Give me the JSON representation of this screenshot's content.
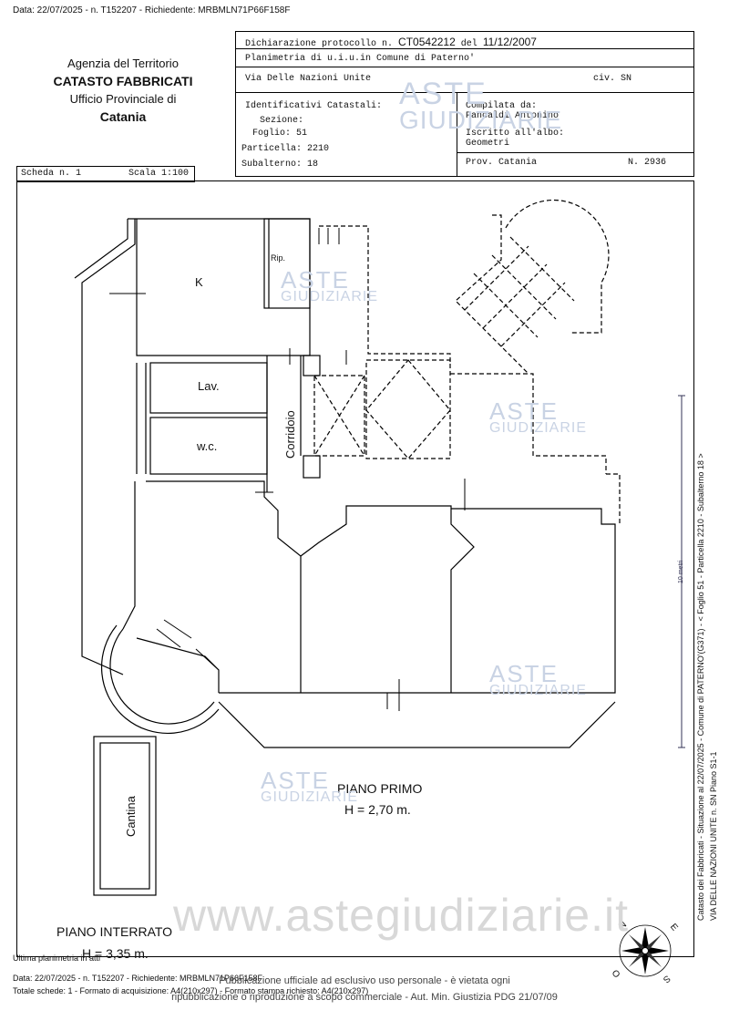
{
  "header_top": "Data: 22/07/2025 - n. T152207 - Richiedente: MRBMLN71P66F158F",
  "agency": {
    "line1": "Agenzia del Territorio",
    "line2": "CATASTO FABBRICATI",
    "line3": "Ufficio Provinciale di",
    "line4": "Catania"
  },
  "declaration": {
    "label": "Dichiarazione protocollo n.",
    "number": "CT0542212",
    "date_label": "del",
    "date": "11/12/2007",
    "planimetria": "Planimetria di u.i.u.in Comune di Paterno'",
    "address": "Via Delle Nazioni Unite",
    "civ": "civ. SN"
  },
  "identifiers": {
    "title": "Identificativi Catastali:",
    "sezione": "Sezione:",
    "foglio": "Foglio: 51",
    "particella": "Particella: 2210",
    "subalterno": "Subalterno: 18"
  },
  "compiler": {
    "compilata_label": "Compilata da:",
    "name": "Pancaldi Antonino",
    "iscritto_label": "Iscritto all'albo:",
    "albo": "Geometri",
    "prov": "Prov. Catania",
    "n": "N. 2936"
  },
  "scheda": {
    "scheda": "Scheda n. 1",
    "scala": "Scala 1:100"
  },
  "rooms": {
    "k": "K",
    "rip": "Rip.",
    "lav": "Lav.",
    "wc": "w.c.",
    "corridoio": "Corridoio",
    "cantina": "Cantina"
  },
  "floors": {
    "primo": "PIANO PRIMO",
    "primo_h": "H = 2,70 m.",
    "interrato": "PIANO INTERRATO",
    "interrato_h": "H = 3,35 m."
  },
  "side": {
    "line1": "Catasto dei Fabbricati - Situazione al 22/07/2025 - Comune di PATERNO'(G371) - < Foglio 51 - Particella 2210 - Subalterno 18 >",
    "line2": "VIA DELLE NAZIONI UNITE n. SN Piano S1-1",
    "scale": "10 metri"
  },
  "compass": {
    "n": "N",
    "e": "E",
    "o": "O",
    "s": "S"
  },
  "watermark": {
    "aste": "ASTE",
    "giudiziarie": "GIUDIZIARIE",
    "site": "www.astegiudiziarie.it"
  },
  "footer": {
    "ultima": "Ultima planimetria in atti",
    "data": "Data: 22/07/2025 - n. T152207 - Richiedente: MRBMLN71P66F158F",
    "totale": "Totale schede: 1 - Formato di acquisizione: A4(210x297) - Formato stampa richiesto: A4(210x297)",
    "notice1": "Pubblicazione ufficiale ad esclusivo uso personale - è vietata ogni",
    "notice2": "ripubblicazione o riproduzione a scopo commerciale - Aut. Min. Giustizia PDG 21/07/09"
  }
}
